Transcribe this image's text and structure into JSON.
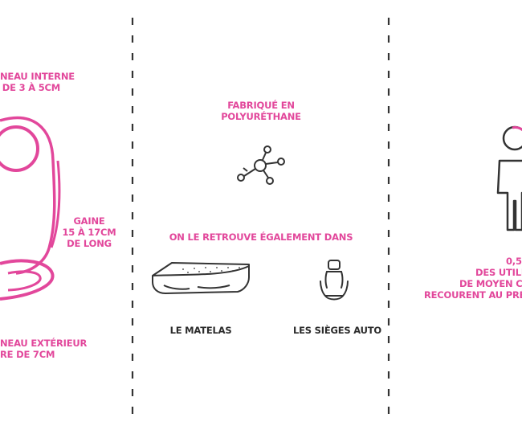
{
  "colors": {
    "accent": "#e2479b",
    "text_dark": "#2b2b2b",
    "divider": "#333333"
  },
  "left": {
    "inner_ring": [
      "NEAU INTERNE",
      "DE 3 À 5CM"
    ],
    "sheath": [
      "GAINE",
      "15 À 17CM",
      "DE LONG"
    ],
    "outer_ring": [
      "NEAU EXTÉRIEUR",
      "RE DE 7CM"
    ]
  },
  "middle": {
    "material": [
      "FABRIQUÉ EN",
      "POLYURÉTHANE"
    ],
    "material_icon": "molecule-icon",
    "also_found": "ON LE RETROUVE ÉGALEMENT DANS",
    "items": [
      {
        "label": "LE MATELAS",
        "icon": "mattress-icon"
      },
      {
        "label": "LES SIÈGES AUTO",
        "icon": "car-seat-icon"
      }
    ]
  },
  "right": {
    "person_icon": "person-icon",
    "stat": [
      "0,5",
      "DES UTILIS",
      "DE MOYEN CON",
      "RECOURENT AU PRÉS"
    ]
  }
}
